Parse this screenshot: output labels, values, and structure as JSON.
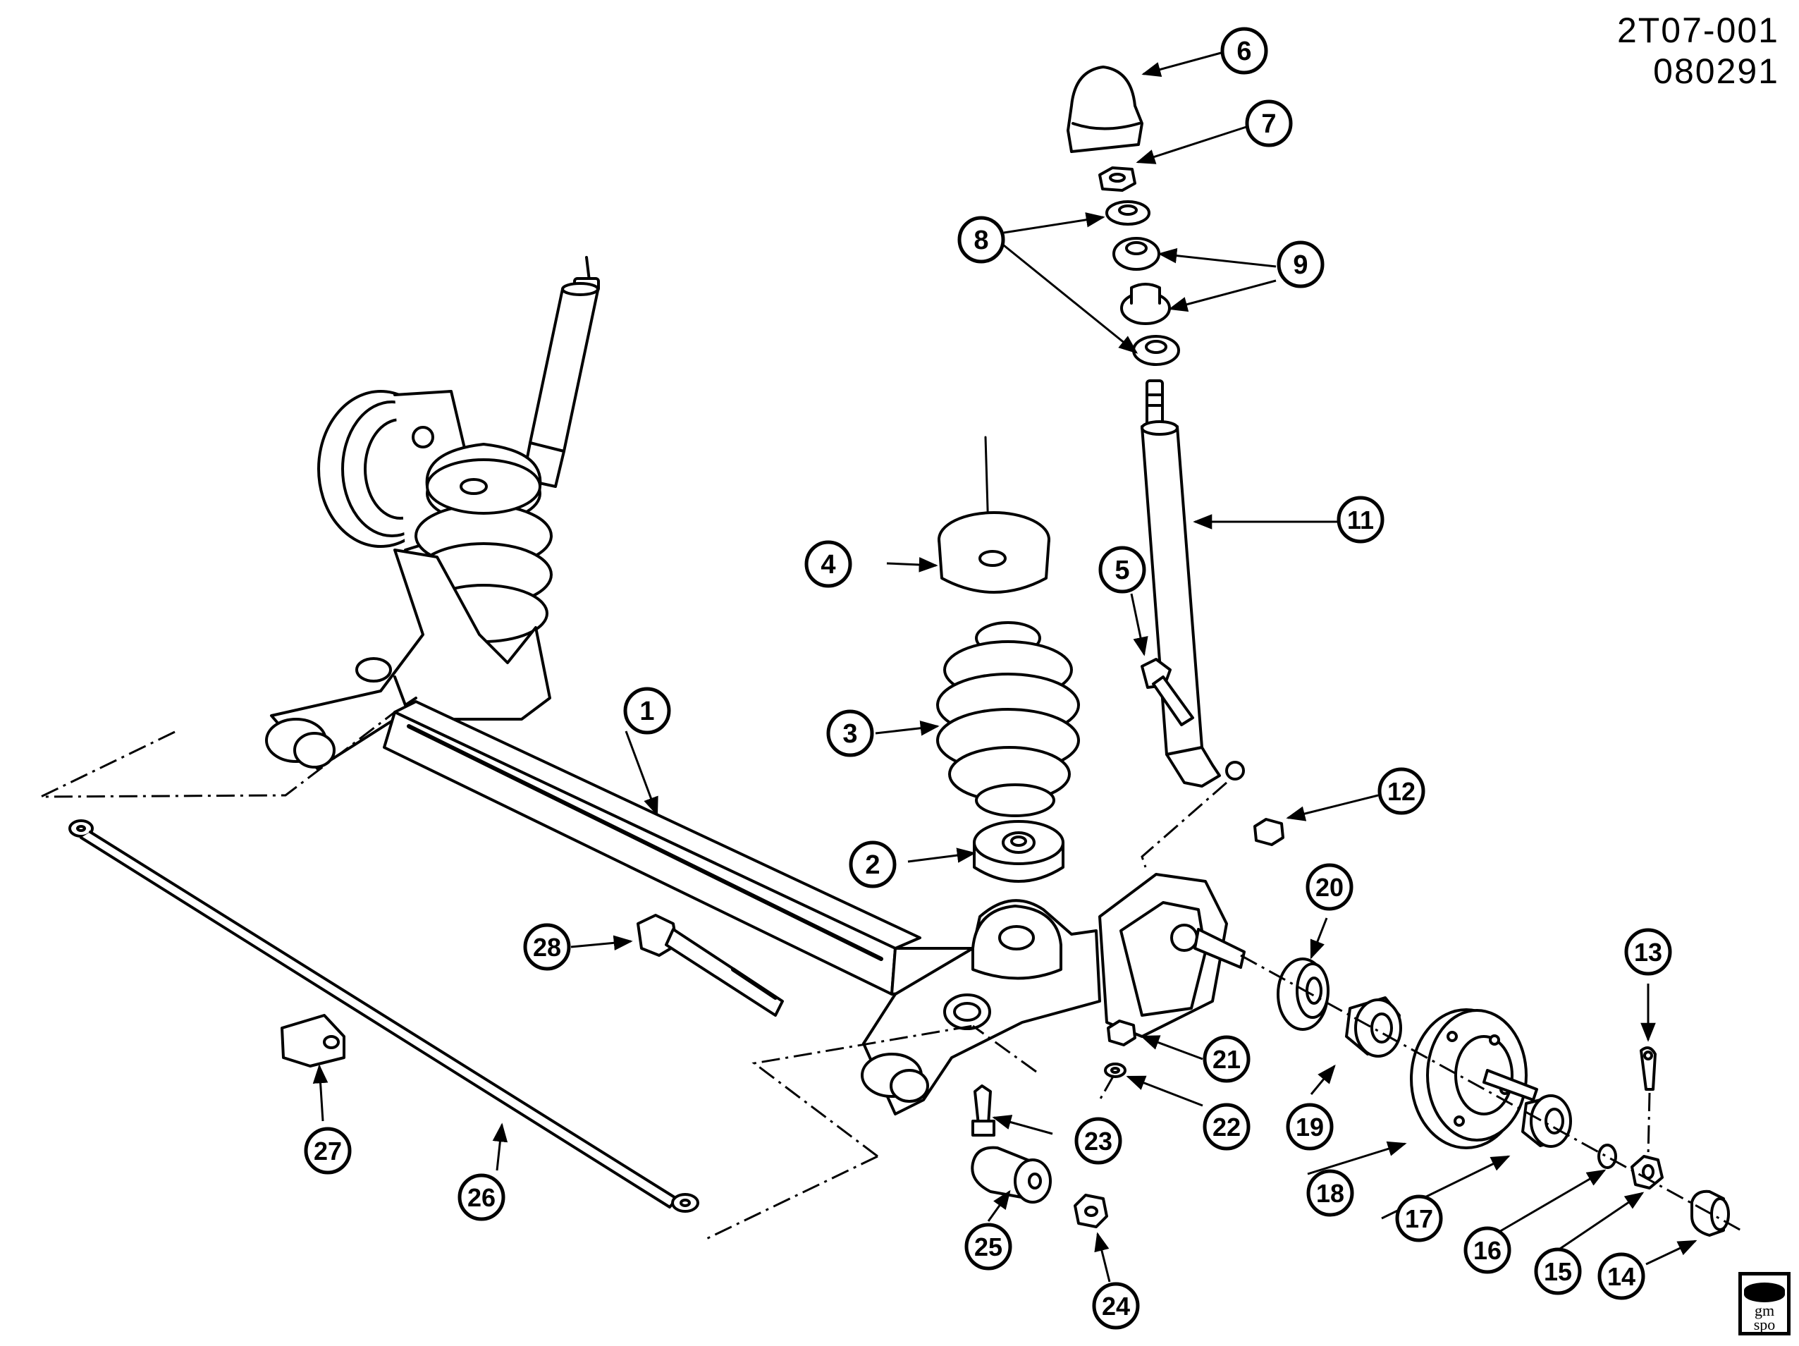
{
  "diagram": {
    "code": "2T07-001",
    "date": "080291",
    "logo": {
      "line1": "gm",
      "line2": "spo"
    },
    "callouts": [
      {
        "id": "c1",
        "label": "1"
      },
      {
        "id": "c2",
        "label": "2"
      },
      {
        "id": "c3",
        "label": "3"
      },
      {
        "id": "c4",
        "label": "4"
      },
      {
        "id": "c5",
        "label": "5"
      },
      {
        "id": "c6",
        "label": "6"
      },
      {
        "id": "c7",
        "label": "7"
      },
      {
        "id": "c8",
        "label": "8"
      },
      {
        "id": "c9",
        "label": "9"
      },
      {
        "id": "c11",
        "label": "11"
      },
      {
        "id": "c12",
        "label": "12"
      },
      {
        "id": "c13",
        "label": "13"
      },
      {
        "id": "c14",
        "label": "14"
      },
      {
        "id": "c15",
        "label": "15"
      },
      {
        "id": "c16",
        "label": "16"
      },
      {
        "id": "c17",
        "label": "17"
      },
      {
        "id": "c18",
        "label": "18"
      },
      {
        "id": "c19",
        "label": "19"
      },
      {
        "id": "c20",
        "label": "20"
      },
      {
        "id": "c21",
        "label": "21"
      },
      {
        "id": "c22",
        "label": "22"
      },
      {
        "id": "c23",
        "label": "23"
      },
      {
        "id": "c24",
        "label": "24"
      },
      {
        "id": "c25",
        "label": "25"
      },
      {
        "id": "c26",
        "label": "26"
      },
      {
        "id": "c27",
        "label": "27"
      },
      {
        "id": "c28",
        "label": "28"
      }
    ]
  }
}
